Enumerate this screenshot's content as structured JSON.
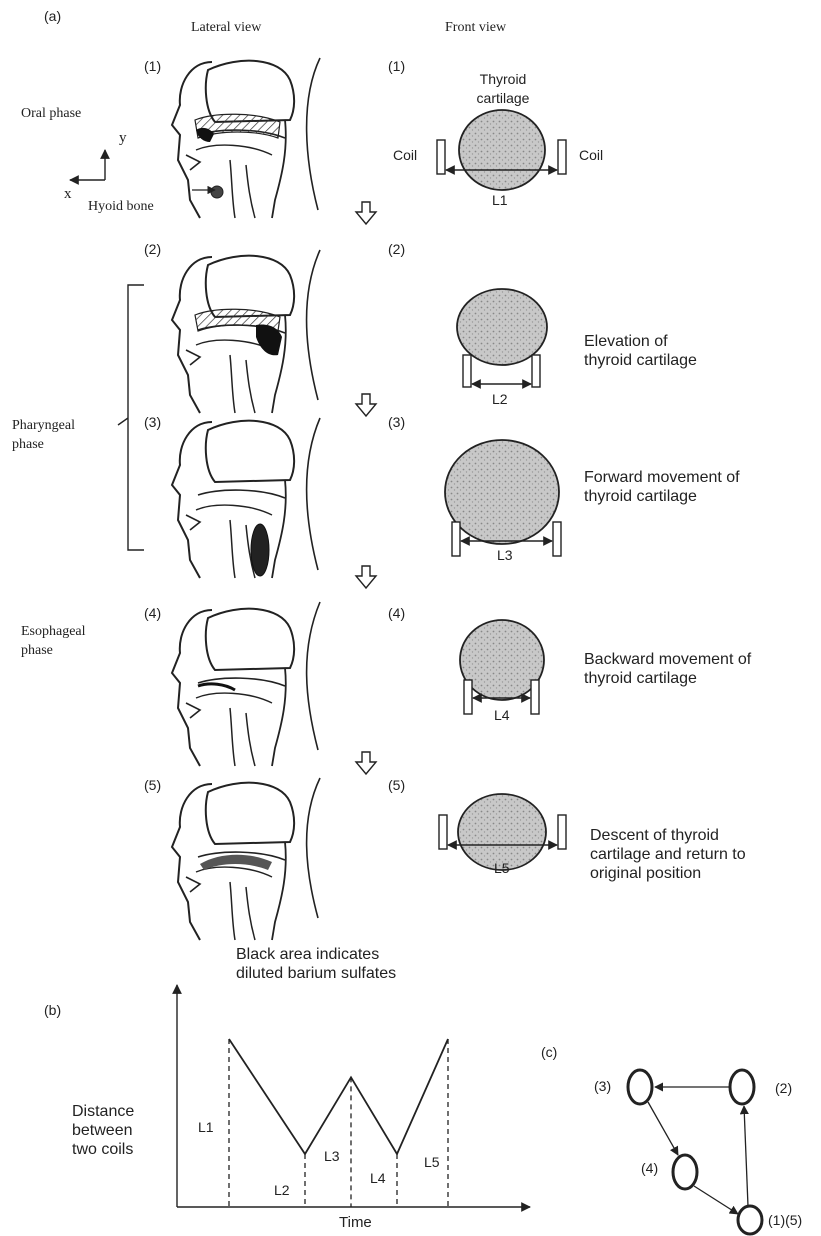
{
  "panel_labels": {
    "a": "(a)",
    "b": "(b)",
    "c": "(c)"
  },
  "columns": {
    "lateral": "Lateral view",
    "front": "Front view"
  },
  "phases": {
    "oral": "Oral phase",
    "pharyngeal": "Pharyngeal\nphase",
    "esophageal": "Esophageal\nphase"
  },
  "steps": [
    "(1)",
    "(2)",
    "(3)",
    "(4)",
    "(5)"
  ],
  "axes_small": {
    "x": "x",
    "y": "y"
  },
  "hyoid_label": "Hyoid bone",
  "thyroid_label": "Thyroid\ncartilage",
  "coil_label": "Coil",
  "distances": [
    "L1",
    "L2",
    "L3",
    "L4",
    "L5"
  ],
  "descriptions": [
    "Elevation of\nthyroid cartilage",
    "Forward movement of\nthyroid cartilage",
    "Backward movement of\nthyroid cartilage",
    "Descent of thyroid\ncartilage and return to\noriginal position"
  ],
  "caption": "Black area indicates\ndiluted barium sulfates",
  "graph": {
    "ylabel": "Distance\nbetween\ntwo coils",
    "xlabel": "Time",
    "labels": [
      "L1",
      "L2",
      "L3",
      "L4",
      "L5"
    ]
  },
  "cycle": {
    "nodes": [
      "(3)",
      "(2)",
      "(4)",
      "(1)(5)"
    ]
  },
  "chart_data": {
    "type": "line",
    "title": "",
    "xlabel": "Time",
    "ylabel": "Distance between two coils",
    "x": [
      "L1",
      "L2",
      "L3",
      "L4",
      "L5"
    ],
    "series": [
      {
        "values": [
          4,
          1,
          3,
          1,
          4
        ]
      }
    ]
  },
  "colors": {
    "line": "#222222",
    "shade": "#bdbdbd"
  }
}
